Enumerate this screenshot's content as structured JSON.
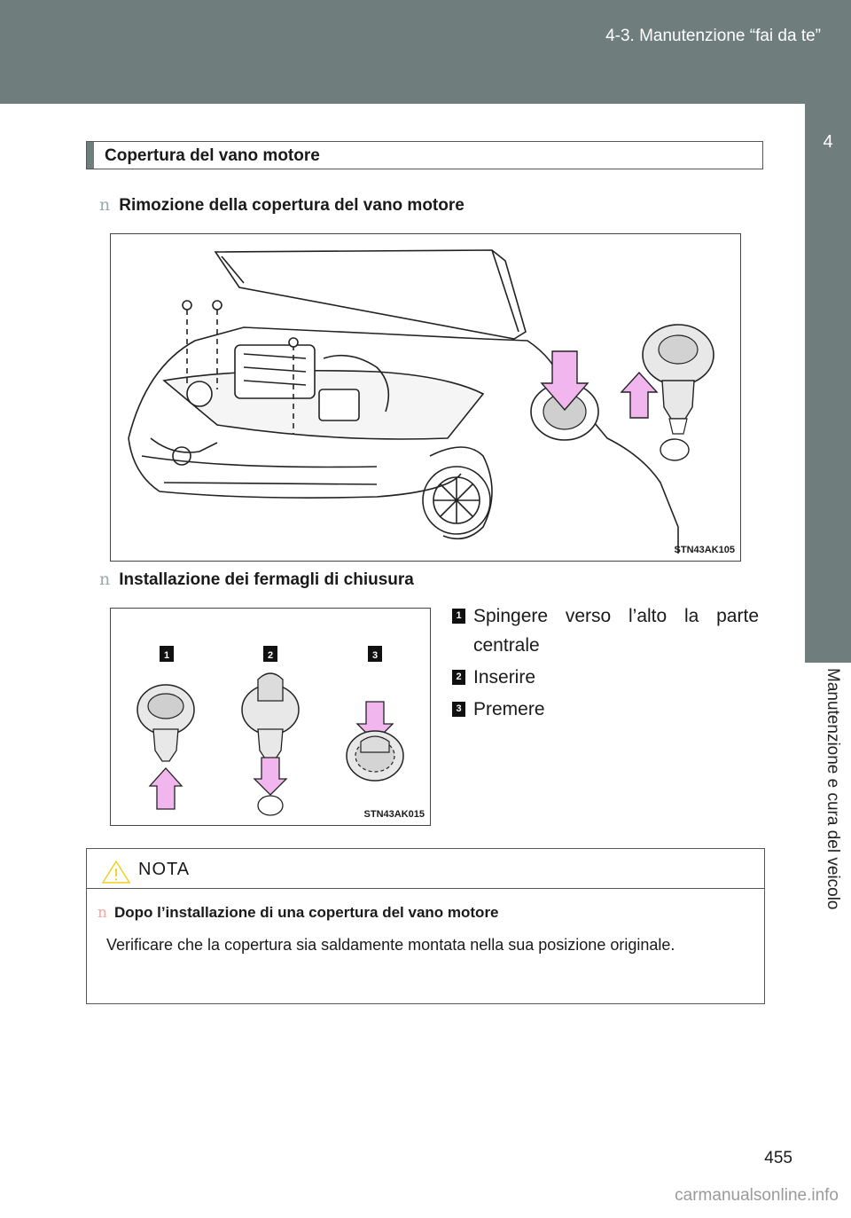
{
  "header": {
    "breadcrumb": "4-3. Manutenzione “fai da te”"
  },
  "side_tab": {
    "number": "4",
    "label": "Manutenzione e cura del veicolo"
  },
  "section": {
    "title": "Copertura del vano motore"
  },
  "removal": {
    "bullet": "n",
    "heading": "Rimozione della copertura del vano motore",
    "figure_code": "STN43AK105"
  },
  "install": {
    "bullet": "n",
    "heading": "Installazione dei fermagli di chiusura",
    "figure_code": "STN43AK015",
    "steps": [
      {
        "num": "1",
        "text": "Spingere verso l’alto la parte centrale"
      },
      {
        "num": "2",
        "text": "Inserire"
      },
      {
        "num": "3",
        "text": "Premere"
      }
    ]
  },
  "note": {
    "title": "NOTA",
    "bullet": "n",
    "subheading": "Dopo l’installazione di una copertura del vano motore",
    "body": "Verificare che la copertura sia saldamente montata nella sua posizione originale."
  },
  "page_number": "455",
  "watermark": "carmanualsonline.info",
  "colors": {
    "band": "#6f7e7d",
    "arrow": "#f2b6ee",
    "clip": "#c8c8c8"
  }
}
